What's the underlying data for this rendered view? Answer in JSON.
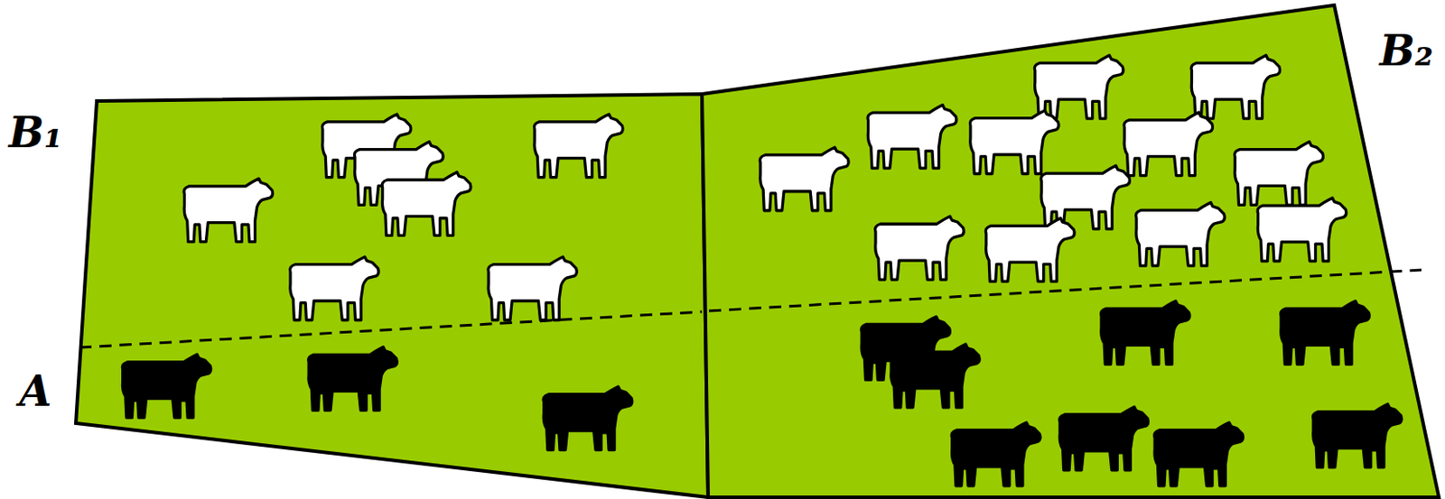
{
  "diagram": {
    "labels": [
      "B₁",
      "B₂",
      "A"
    ]
  }
}
